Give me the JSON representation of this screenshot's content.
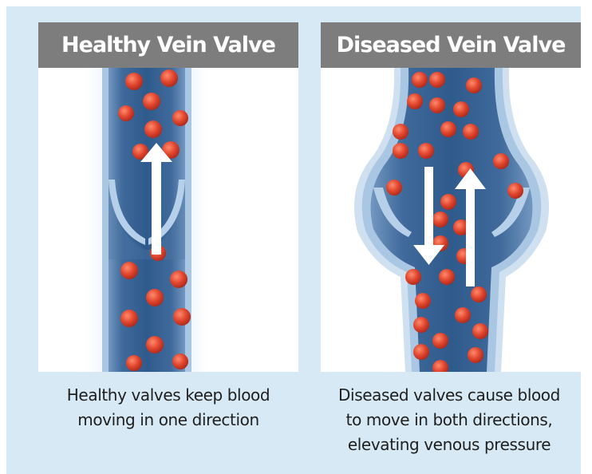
{
  "healthy": {
    "title": "Healthy Vein Valve",
    "caption": "Healthy valves keep blood\nmoving in one direction",
    "flow": "upward"
  },
  "diseased": {
    "title": "Diseased Vein Valve",
    "caption": "Diseased valves cause blood\nto move in both directions,\nelevating venous pressure",
    "flow": "both directions"
  },
  "colors": {
    "background": "#d6e9f4",
    "header": "#7d7d7d",
    "vein_dark": "#4f77a4",
    "vein_light": "#a8c6e4",
    "blood_cell": "#e0452d",
    "arrow": "#ffffff"
  }
}
